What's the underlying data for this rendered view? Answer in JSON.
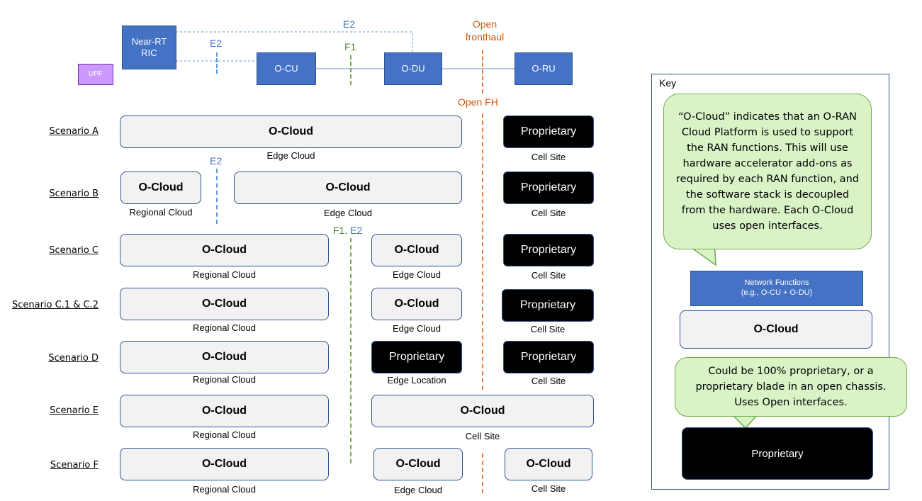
{
  "top": {
    "near_rt_ric": "Near-RT RIC",
    "upf": "UPF",
    "o_cu": "O-CU",
    "o_du": "O-DU",
    "o_ru": "O-RU",
    "e2_top": "E2",
    "e2_left": "E2",
    "f1": "F1",
    "open_fronthaul": "Open fronthaul",
    "open_fh": "Open FH"
  },
  "labels": {
    "o_cloud": "O-Cloud",
    "proprietary": "Proprietary",
    "edge_cloud": "Edge Cloud",
    "regional_cloud": "Regional Cloud",
    "cell_site": "Cell Site",
    "edge_location": "Edge Location",
    "e2_mid": "E2",
    "f1_e2_f1": "F1, ",
    "f1_e2_e2": "E2"
  },
  "scenarios": {
    "a": "Scenario A",
    "b": "Scenario B",
    "c": "Scenario C",
    "c12": "Scenario C.1  &  C.2",
    "d": "Scenario D",
    "e": "Scenario E",
    "f": "Scenario F"
  },
  "key": {
    "title": "Key",
    "callout1": "“O-Cloud” indicates that an O-RAN Cloud Platform is used to support the RAN functions.  This will use hardware accelerator add-ons as required by each RAN function, and the software stack is decoupled from the hardware. Each O-Cloud uses open interfaces.",
    "nf_line1": "Network Functions",
    "nf_line2": "(e.g., O-CU + O-DU)",
    "o_cloud": "O-Cloud",
    "callout2": "Could be 100% proprietary, or a proprietary blade in an open chassis. Uses Open interfaces.",
    "proprietary": "Proprietary"
  },
  "colors": {
    "nf_blue": "#4472C4",
    "border_blue": "#2F528F",
    "orange": "#ED7D31",
    "green": "#70AD47",
    "upf_purple": "#CC99FF"
  }
}
